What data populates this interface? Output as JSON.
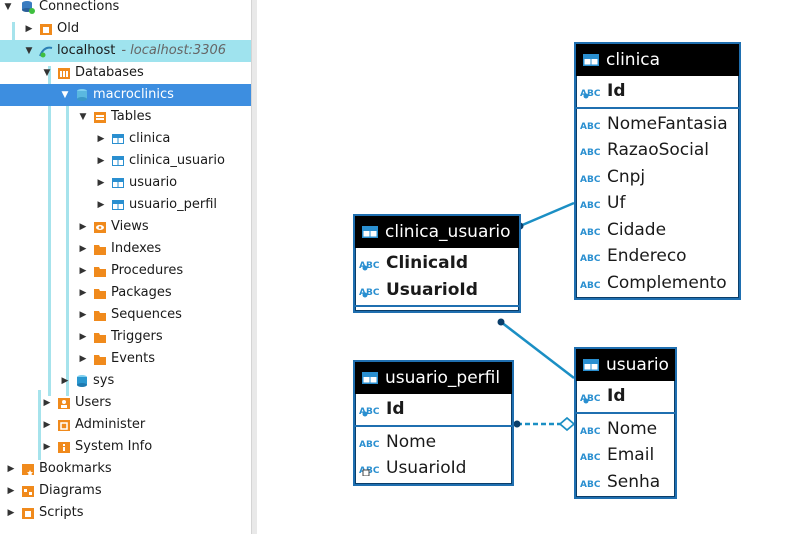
{
  "navigator": {
    "connections": "Connections",
    "old": "Old",
    "host": "localhost",
    "host_sub": "- localhost:3306",
    "databases": "Databases",
    "db": "macroclinics",
    "tables": "Tables",
    "table_items": [
      "clinica",
      "clinica_usuario",
      "usuario",
      "usuario_perfil"
    ],
    "views": "Views",
    "indexes": "Indexes",
    "procedures": "Procedures",
    "packages": "Packages",
    "sequences": "Sequences",
    "triggers": "Triggers",
    "events": "Events",
    "sys": "sys",
    "users": "Users",
    "administer": "Administer",
    "system_info": "System Info",
    "bookmarks": "Bookmarks",
    "diagrams": "Diagrams",
    "scripts": "Scripts"
  },
  "diagram": {
    "clinica": {
      "title": "clinica",
      "pk": [
        "Id"
      ],
      "attrs": [
        "NomeFantasia",
        "RazaoSocial",
        "Cnpj",
        "Uf",
        "Cidade",
        "Endereco",
        "Complemento"
      ]
    },
    "clinica_usuario": {
      "title": "clinica_usuario",
      "pk": [
        "ClinicaId",
        "UsuarioId"
      ]
    },
    "usuario_perfil": {
      "title": "usuario_perfil",
      "pk": [
        "Id"
      ],
      "attrs": [
        "Nome",
        "UsuarioId"
      ]
    },
    "usuario": {
      "title": "usuario",
      "pk": [
        "Id"
      ],
      "attrs": [
        "Nome",
        "Email",
        "Senha"
      ]
    },
    "type_badge": "ABC"
  },
  "colors": {
    "selection": "#3d8ee0",
    "highlight": "#9fe3ee",
    "entity_border": "#1f6fb0",
    "relation": "#1b8fc4",
    "folder": "#f08a1c"
  }
}
